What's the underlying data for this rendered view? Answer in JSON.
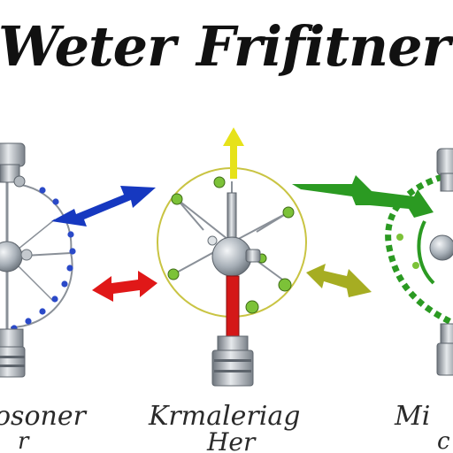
{
  "title_left": "Weter",
  "title_right": "Frifitner",
  "colors": {
    "blue_arrow": "#1638c0",
    "red_arrow": "#e01818",
    "yellow_arrow": "#e6e21a",
    "olive_arrow": "#a6ad22",
    "green_arrow": "#2b9a22",
    "node_blue": "#2a49c8",
    "node_red": "#d44040",
    "node_green": "#7cc238",
    "ring_olive": "#b5bb42",
    "metal": "#8d949c"
  },
  "captions": {
    "left_line1": "osoner",
    "left_line2": "r",
    "center_line1": "Krmaleriag",
    "center_line2": "Her",
    "right_line1": "Mi",
    "right_line2": "c"
  },
  "icons": [
    "valve-assembly-icon",
    "gear-hub-icon",
    "arrow-icon"
  ]
}
